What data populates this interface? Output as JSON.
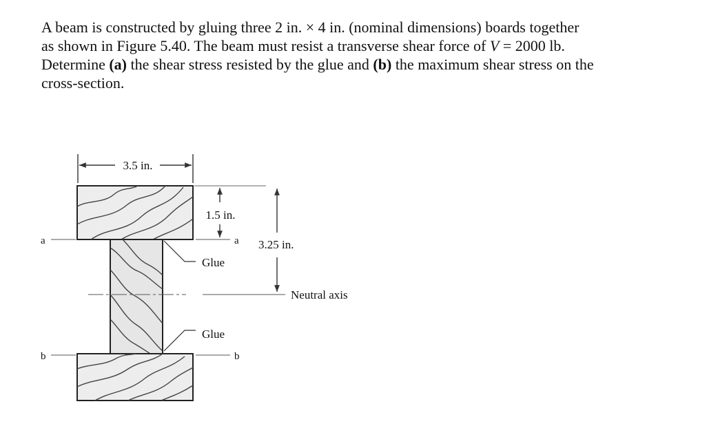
{
  "problem": {
    "line1": "A beam is constructed by gluing three 2 in. × 4 in. (nominal dimensions) boards together",
    "line2_pre": "as shown in Figure 5.40. The beam must resist a transverse shear force of ",
    "line2_var": "V",
    "line2_post": " = 2000 lb.",
    "line3_pre": "Determine ",
    "line3_part_a": "(a)",
    "line3_mid": " the shear stress resisted by the glue and ",
    "line3_part_b": "(b)",
    "line3_post": " the maximum shear stress on the",
    "line4": "cross-section."
  },
  "figure": {
    "width_label": "3.5 in.",
    "flange_label": "1.5 in.",
    "depth_label": "3.25 in.",
    "glue_top_label": "Glue",
    "glue_bottom_label": "Glue",
    "neutral_axis_label": "Neutral axis",
    "section_a_left": "a",
    "section_a_right": "a",
    "section_b_left": "b",
    "section_b_right": "b"
  }
}
